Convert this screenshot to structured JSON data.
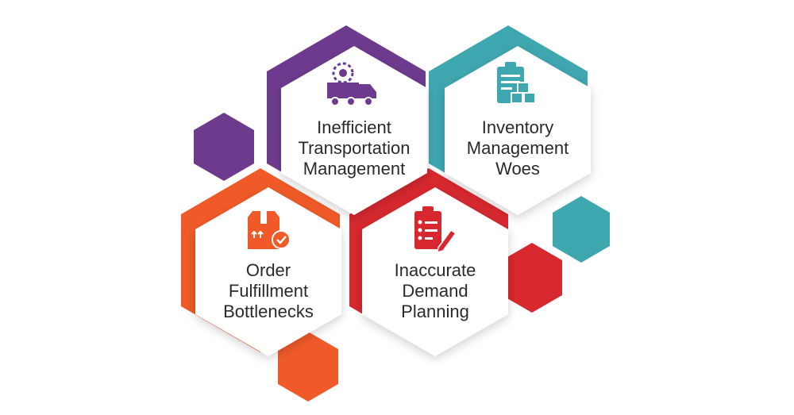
{
  "colors": {
    "purple": "#6e3a8e",
    "teal": "#3fa7b0",
    "orange": "#f05a28",
    "red": "#d7282f",
    "text": "#2a2a2a"
  },
  "cards": [
    {
      "id": "transportation",
      "accent": "purple",
      "icon": "delivery-truck-gear-icon",
      "lines": [
        "Inefficient",
        "Transportation",
        "Management"
      ]
    },
    {
      "id": "inventory",
      "accent": "teal",
      "icon": "clipboard-boxes-icon",
      "lines": [
        "Inventory",
        "Management",
        "Woes"
      ]
    },
    {
      "id": "fulfillment",
      "accent": "orange",
      "icon": "package-check-icon",
      "lines": [
        "Order",
        "Fulfillment",
        "Bottlenecks"
      ]
    },
    {
      "id": "demand",
      "accent": "red",
      "icon": "clipboard-pencil-icon",
      "lines": [
        "Inaccurate",
        "Demand",
        "Planning"
      ]
    }
  ]
}
